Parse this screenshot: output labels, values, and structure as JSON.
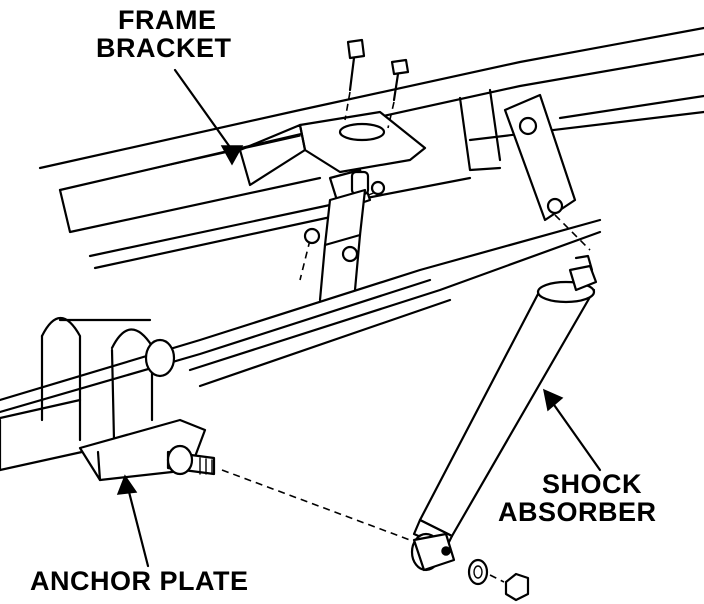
{
  "labels": {
    "frame_bracket_line1": "FRAME",
    "frame_bracket_line2": "BRACKET",
    "shock_absorber_line1": "SHOCK",
    "shock_absorber_line2": "ABSORBER",
    "anchor_plate": "ANCHOR PLATE"
  }
}
